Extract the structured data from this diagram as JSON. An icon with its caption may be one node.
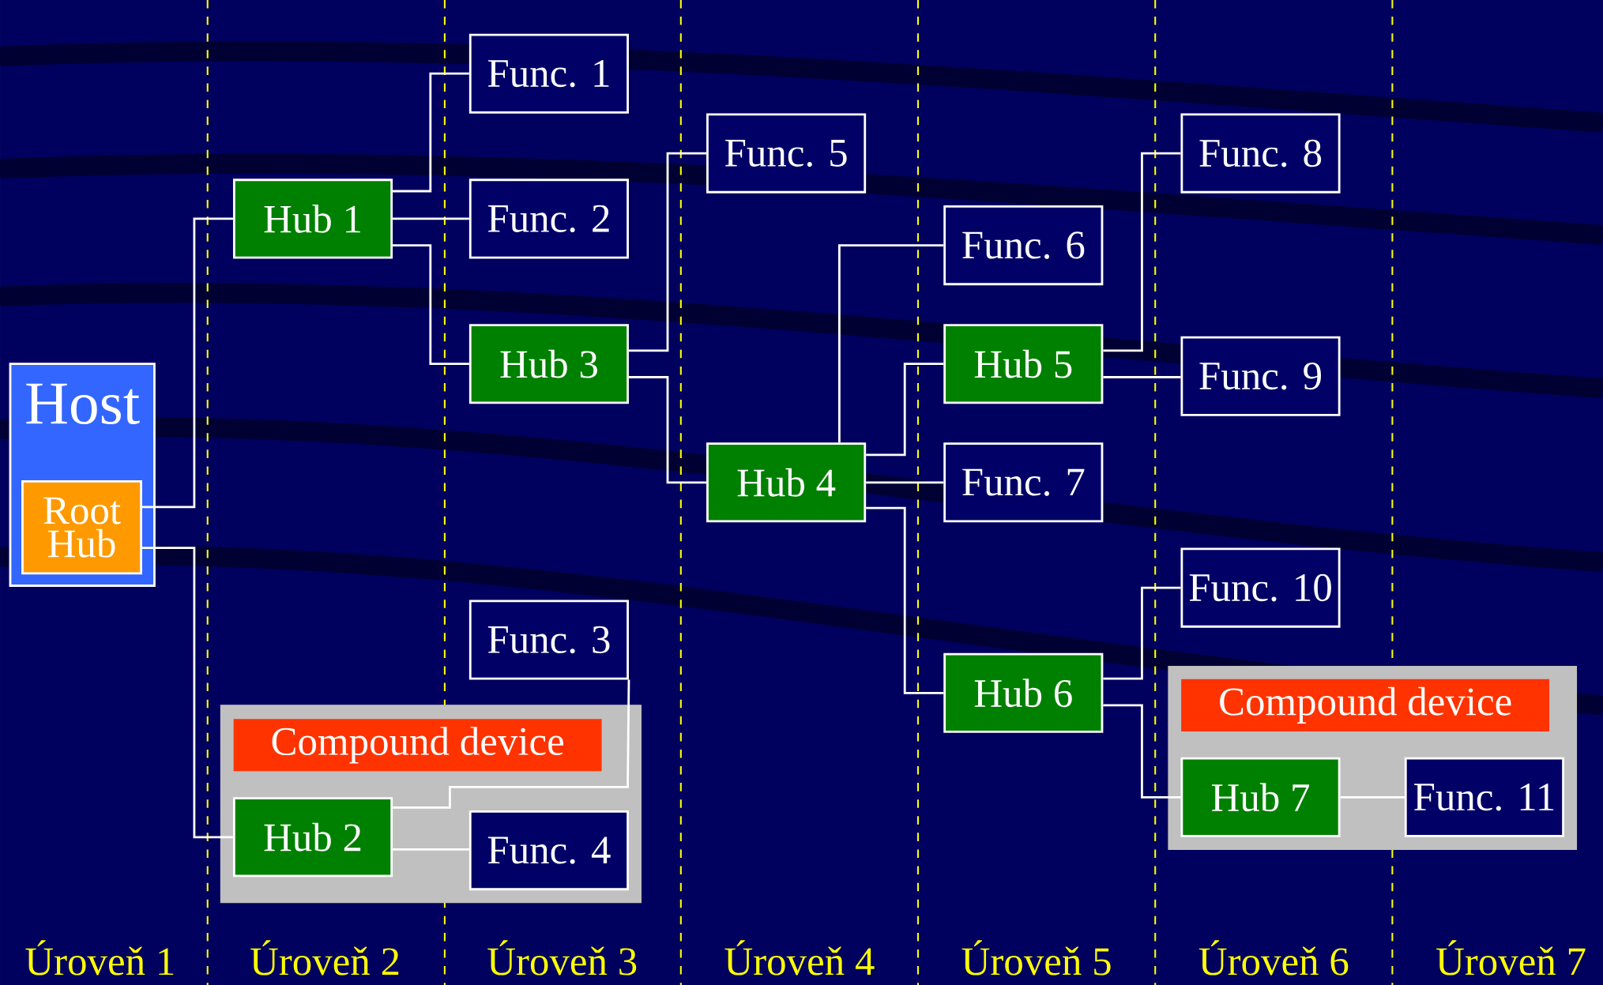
{
  "diagram": {
    "nodes": [
      {
        "text": [
          "Host"
        ]
      },
      {
        "text": [
          "Root Hub"
        ],
        "in": 0
      },
      {
        "text": [
          "Hub 1"
        ]
      },
      {
        "text": [
          "Func. 1"
        ]
      },
      {
        "text": [
          "Func. 2"
        ]
      },
      {
        "text": [
          "Hub 3"
        ]
      },
      {
        "text": [
          "Func. 3"
        ]
      },
      {
        "text": [],
        "shape": "box"
      },
      {
        "text": [
          "Compound device"
        ],
        "in": 7
      },
      {
        "text": [
          "Hub 2"
        ],
        "in": 7
      },
      {
        "text": [
          "Func. 4"
        ],
        "in": 7
      },
      {
        "text": [
          "Func. 5"
        ]
      },
      {
        "text": [
          "Hub 4"
        ]
      },
      {
        "text": [
          "Func. 6"
        ]
      },
      {
        "text": [
          "Hub 5"
        ]
      },
      {
        "text": [
          "Func. 7"
        ]
      },
      {
        "text": [
          "Hub 6"
        ]
      },
      {
        "text": [
          "Func. 8"
        ]
      },
      {
        "text": [
          "Func. 9"
        ]
      },
      {
        "text": [
          "Func. 10"
        ]
      },
      {
        "text": [],
        "shape": "box"
      },
      {
        "text": [
          "Compound device"
        ],
        "in": 20
      },
      {
        "text": [
          "Hub 7"
        ],
        "in": 20
      },
      {
        "text": [
          "Func. 11"
        ],
        "in": 20
      }
    ],
    "edges": [
      {
        "from": 1,
        "to": 2,
        "arrow": "none"
      },
      {
        "from": 1,
        "to": 9,
        "arrow": "none"
      },
      {
        "from": 2,
        "to": 3,
        "arrow": "none"
      },
      {
        "from": 2,
        "to": 4,
        "arrow": "none"
      },
      {
        "from": 2,
        "to": 5,
        "arrow": "none"
      },
      {
        "from": 9,
        "to": 6,
        "arrow": "none"
      },
      {
        "from": 9,
        "to": 10,
        "arrow": "none"
      },
      {
        "from": 5,
        "to": 11,
        "arrow": "none"
      },
      {
        "from": 5,
        "to": 12,
        "arrow": "none"
      },
      {
        "from": 12,
        "to": 13,
        "arrow": "none"
      },
      {
        "from": 12,
        "to": 14,
        "arrow": "none"
      },
      {
        "from": 12,
        "to": 15,
        "arrow": "none"
      },
      {
        "from": 12,
        "to": 16,
        "arrow": "none"
      },
      {
        "from": 14,
        "to": 17,
        "arrow": "none"
      },
      {
        "from": 14,
        "to": 18,
        "arrow": "none"
      },
      {
        "from": 16,
        "to": 19,
        "arrow": "none"
      },
      {
        "from": 16,
        "to": 22,
        "arrow": "none"
      },
      {
        "from": 22,
        "to": 23,
        "arrow": "none"
      }
    ],
    "labels": [
      "Úroveň 1",
      "Úroveň 2",
      "Úroveň 3",
      "Úroveň 4",
      "Úroveň 5",
      "Úroveň 6",
      "Úroveň 7"
    ]
  }
}
